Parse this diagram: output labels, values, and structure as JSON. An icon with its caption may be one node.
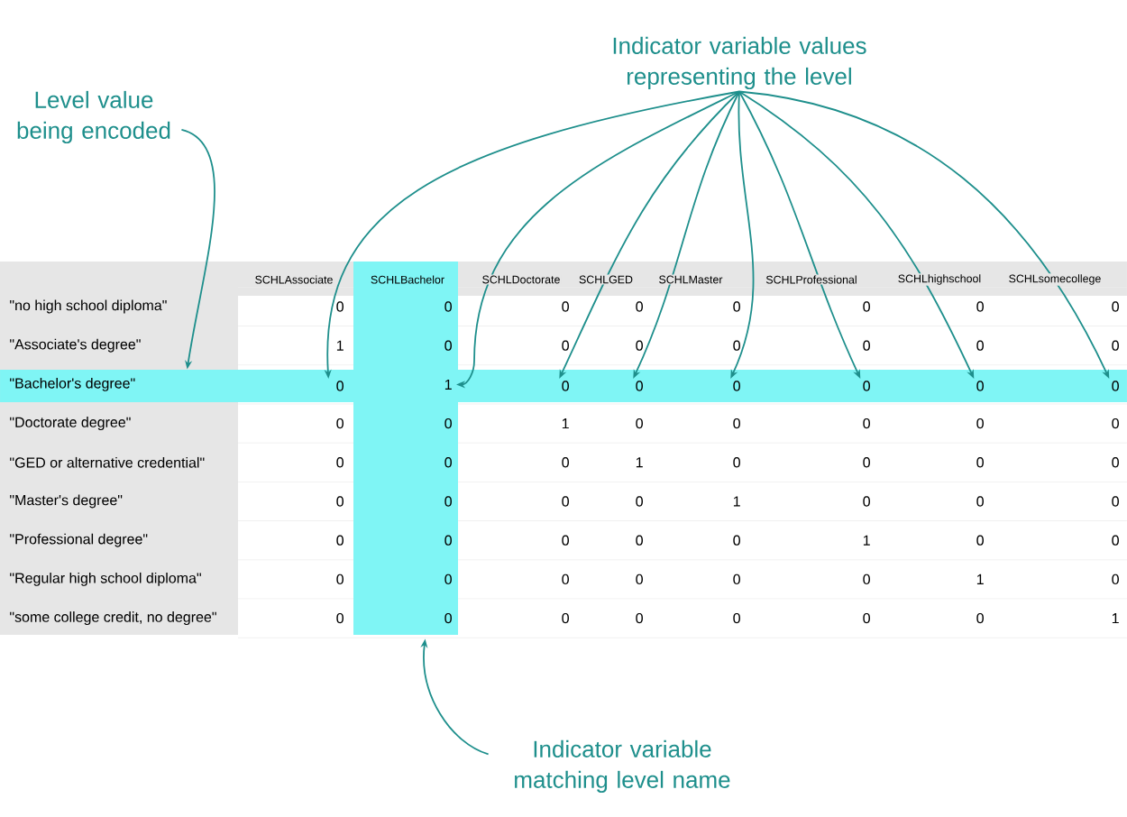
{
  "diagram": {
    "nodes": [
      {
        "text": [
          "Level value being encoded"
        ]
      },
      {
        "text": [
          "Indicator variable values representing the level"
        ]
      },
      {
        "text": [],
        "shape": "bar"
      },
      {
        "text": [],
        "shape": "bar"
      },
      {
        "text": [
          "0"
        ],
        "in": 3
      },
      {
        "text": [
          "1"
        ]
      },
      {
        "text": [
          "0"
        ],
        "in": 3
      },
      {
        "text": [
          "0"
        ],
        "in": 3
      },
      {
        "text": [
          "0"
        ],
        "in": 3
      },
      {
        "text": [
          "0"
        ],
        "in": 3
      },
      {
        "text": [
          "0"
        ],
        "in": 3
      },
      {
        "text": [
          "0"
        ],
        "in": 3
      },
      {
        "text": [
          "Indicator variable matching level name"
        ]
      }
    ],
    "edges": [
      {
        "from": 0,
        "to": 3,
        "arrow": "to"
      },
      {
        "from": 1,
        "to": 4,
        "arrow": "to"
      },
      {
        "from": 1,
        "to": 5,
        "arrow": "to"
      },
      {
        "from": 1,
        "to": 6,
        "arrow": "to"
      },
      {
        "from": 1,
        "to": 7,
        "arrow": "to"
      },
      {
        "from": 1,
        "to": 8,
        "arrow": "to"
      },
      {
        "from": 1,
        "to": 9,
        "arrow": "to"
      },
      {
        "from": 1,
        "to": 10,
        "arrow": "to"
      },
      {
        "from": 1,
        "to": 11,
        "arrow": "to"
      },
      {
        "from": 12,
        "to": 2,
        "arrow": "to"
      }
    ],
    "labels": [
      "SCHLAssociate",
      "SCHLBachelor",
      "SCHLDoctorate",
      "SCHLGED",
      "SCHLMaster",
      "SCHLProfessional",
      "SCHLhighschool",
      "SCHLsomecollege",
      "\"no high school diploma\"",
      "0",
      "0",
      "0",
      "0",
      "0",
      "0",
      "0",
      "0",
      "\"Associate's degree\"",
      "1",
      "0",
      "0",
      "0",
      "0",
      "0",
      "0",
      "0",
      "\"Bachelor's degree\"",
      "\"Doctorate degree\"",
      "0",
      "0",
      "1",
      "0",
      "0",
      "0",
      "0",
      "0",
      "\"GED or alternative credential\"",
      "0",
      "0",
      "0",
      "1",
      "0",
      "0",
      "0",
      "0",
      "\"Master's degree\"",
      "0",
      "0",
      "0",
      "0",
      "1",
      "0",
      "0",
      "0",
      "\"Professional degree\"",
      "0",
      "0",
      "0",
      "0",
      "0",
      "1",
      "0",
      "0",
      "\"Regular high school diploma\"",
      "0",
      "0",
      "0",
      "0",
      "0",
      "0",
      "1",
      "0",
      "\"some college credit, no degree\"",
      "0",
      "0",
      "0",
      "0",
      "0",
      "0",
      "0",
      "1"
    ]
  }
}
